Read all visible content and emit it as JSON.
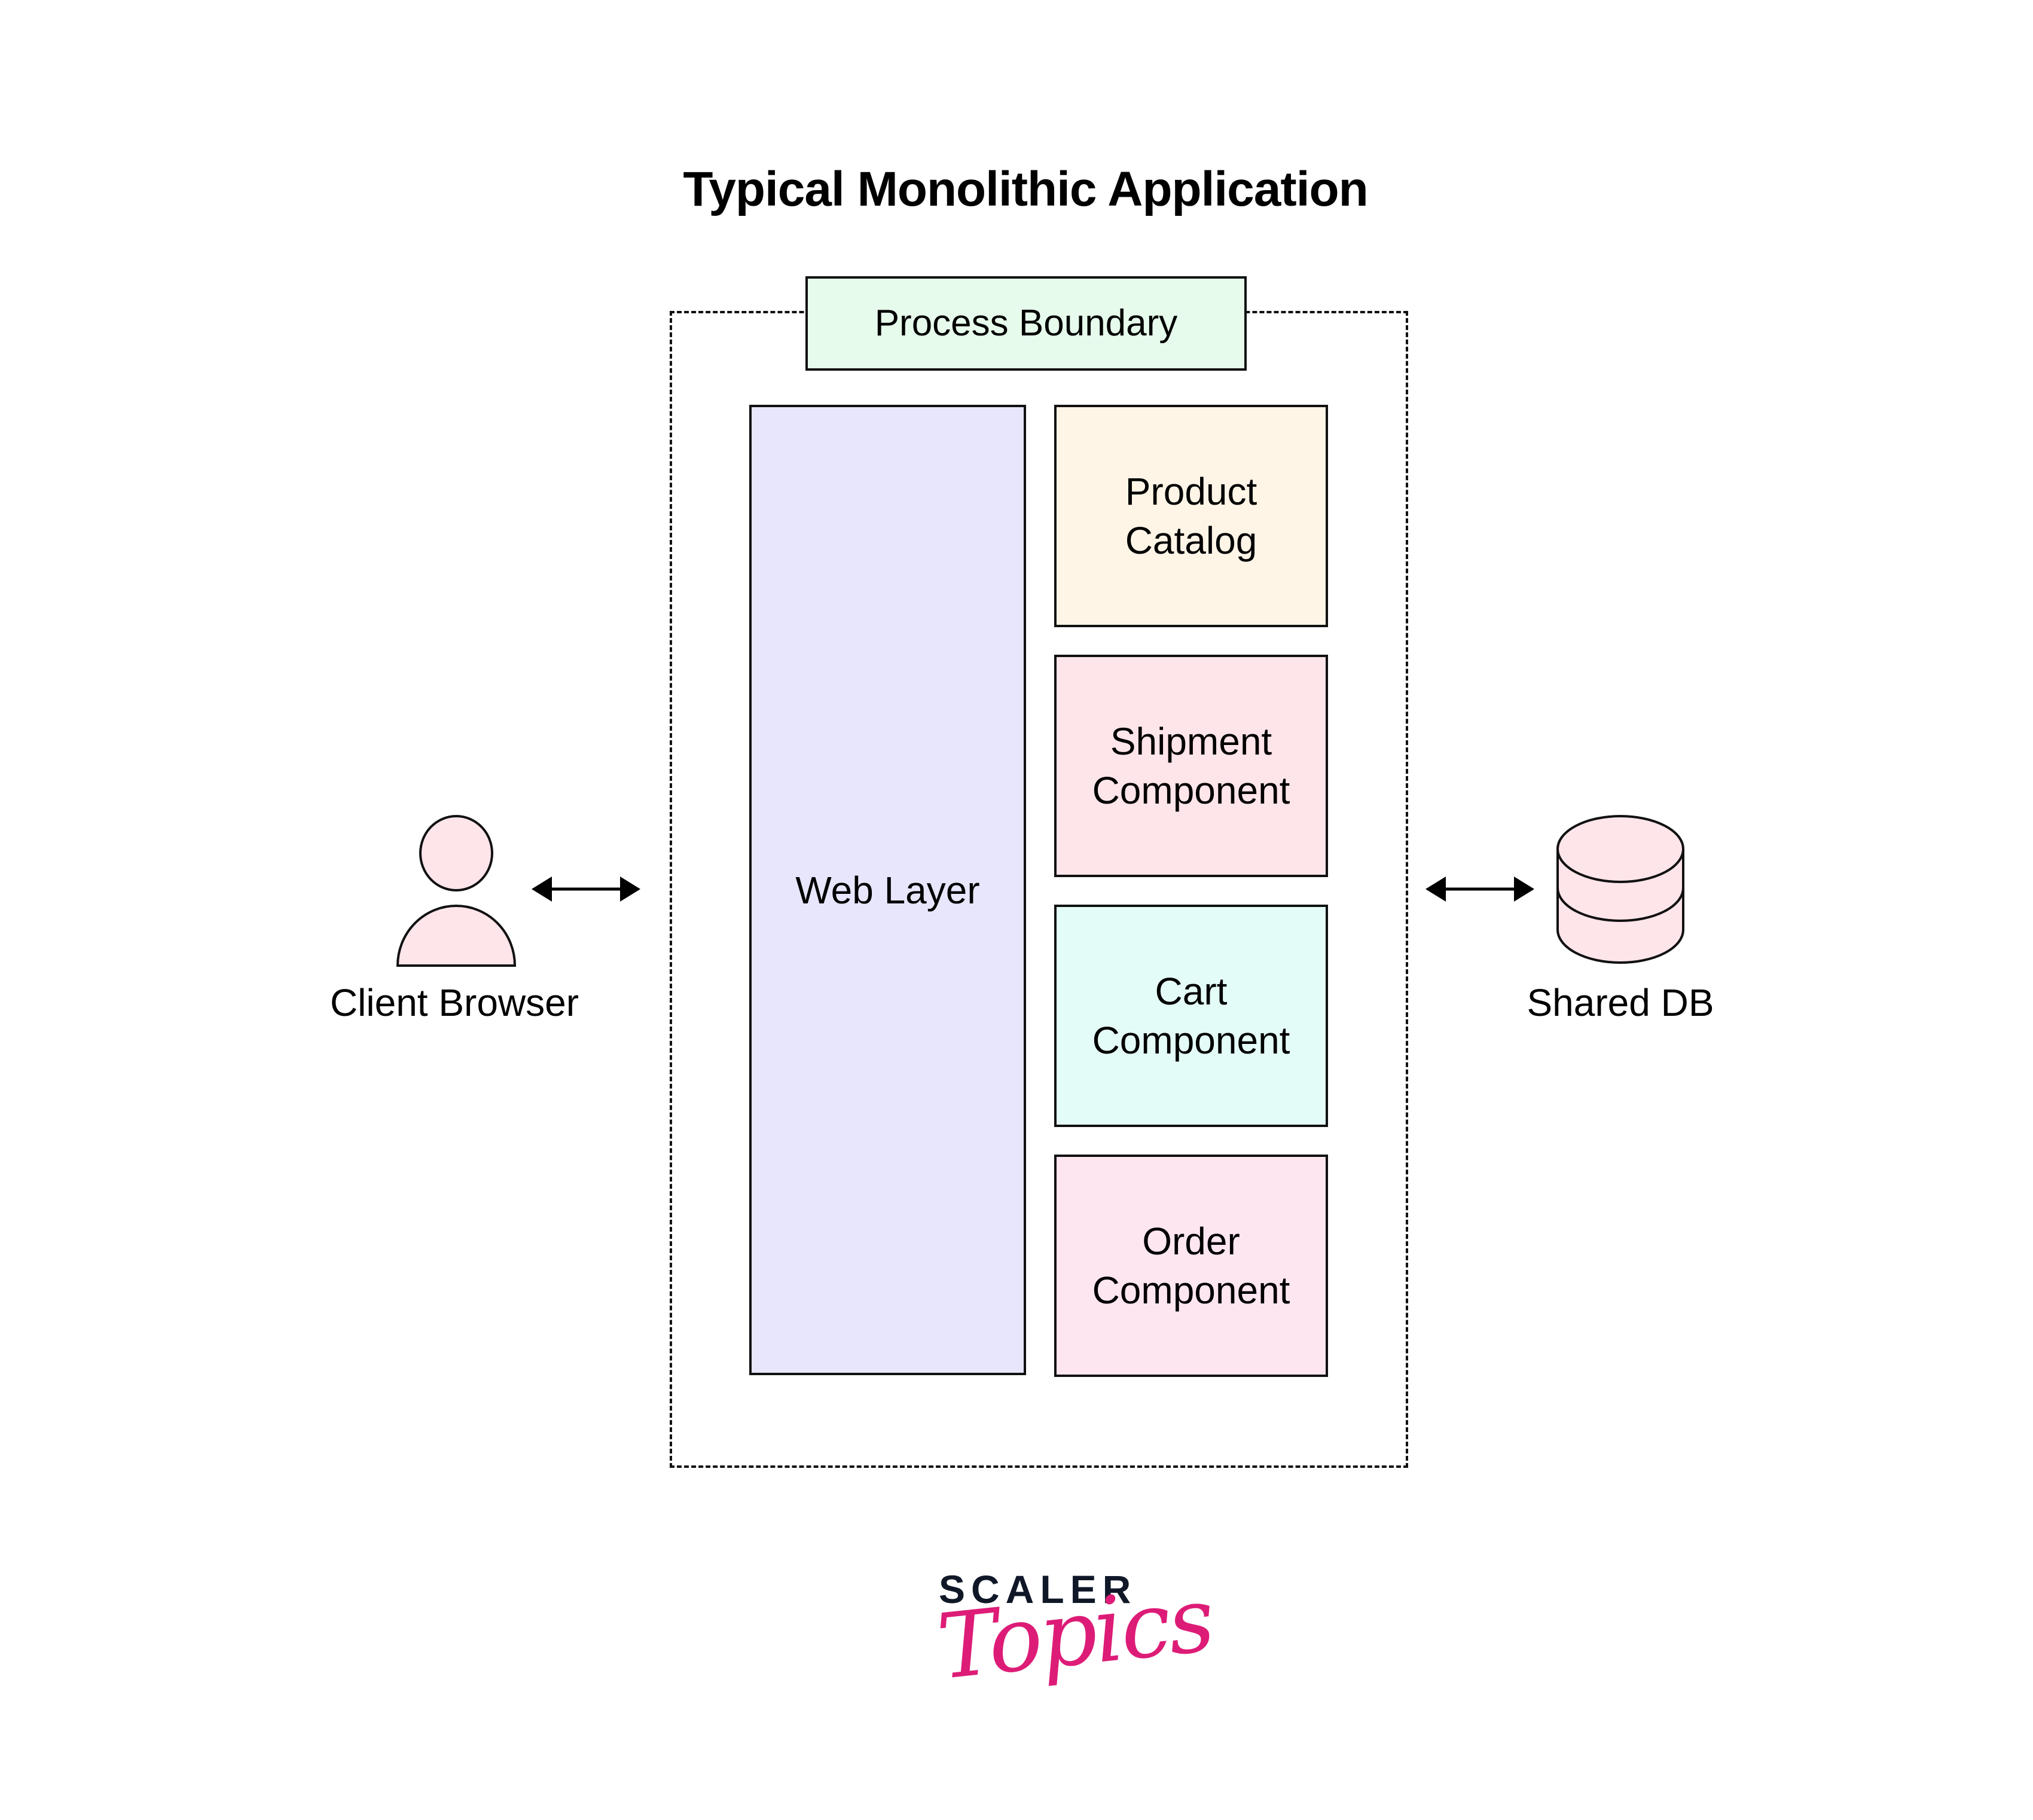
{
  "title": "Typical Monolithic Application",
  "process_boundary": {
    "label": "Process Boundary"
  },
  "web_layer": {
    "label": "Web Layer"
  },
  "components": [
    {
      "line1": "Product",
      "line2": "Catalog",
      "color": "#fef5e7"
    },
    {
      "line1": "Shipment",
      "line2": "Component",
      "color": "#fee5ea"
    },
    {
      "line1": "Cart",
      "line2": "Component",
      "color": "#e4fcf8"
    },
    {
      "line1": "Order",
      "line2": "Component",
      "color": "#fee6f1"
    }
  ],
  "client": {
    "label": "Client Browser",
    "icon": "person-icon"
  },
  "database": {
    "label": "Shared DB",
    "icon": "database-icon"
  },
  "arrows": [
    "bidirectional-arrow-client-app",
    "bidirectional-arrow-app-db"
  ],
  "logo": {
    "brand": "SCALER",
    "sub": "Topics",
    "brand_color": "#101828",
    "sub_color": "#dd1c77"
  },
  "colors": {
    "process_boundary_fill": "#e6fbeb",
    "web_layer_fill": "#e7e6fd",
    "icon_fill": "#fee5ea",
    "stroke": "#111111"
  }
}
